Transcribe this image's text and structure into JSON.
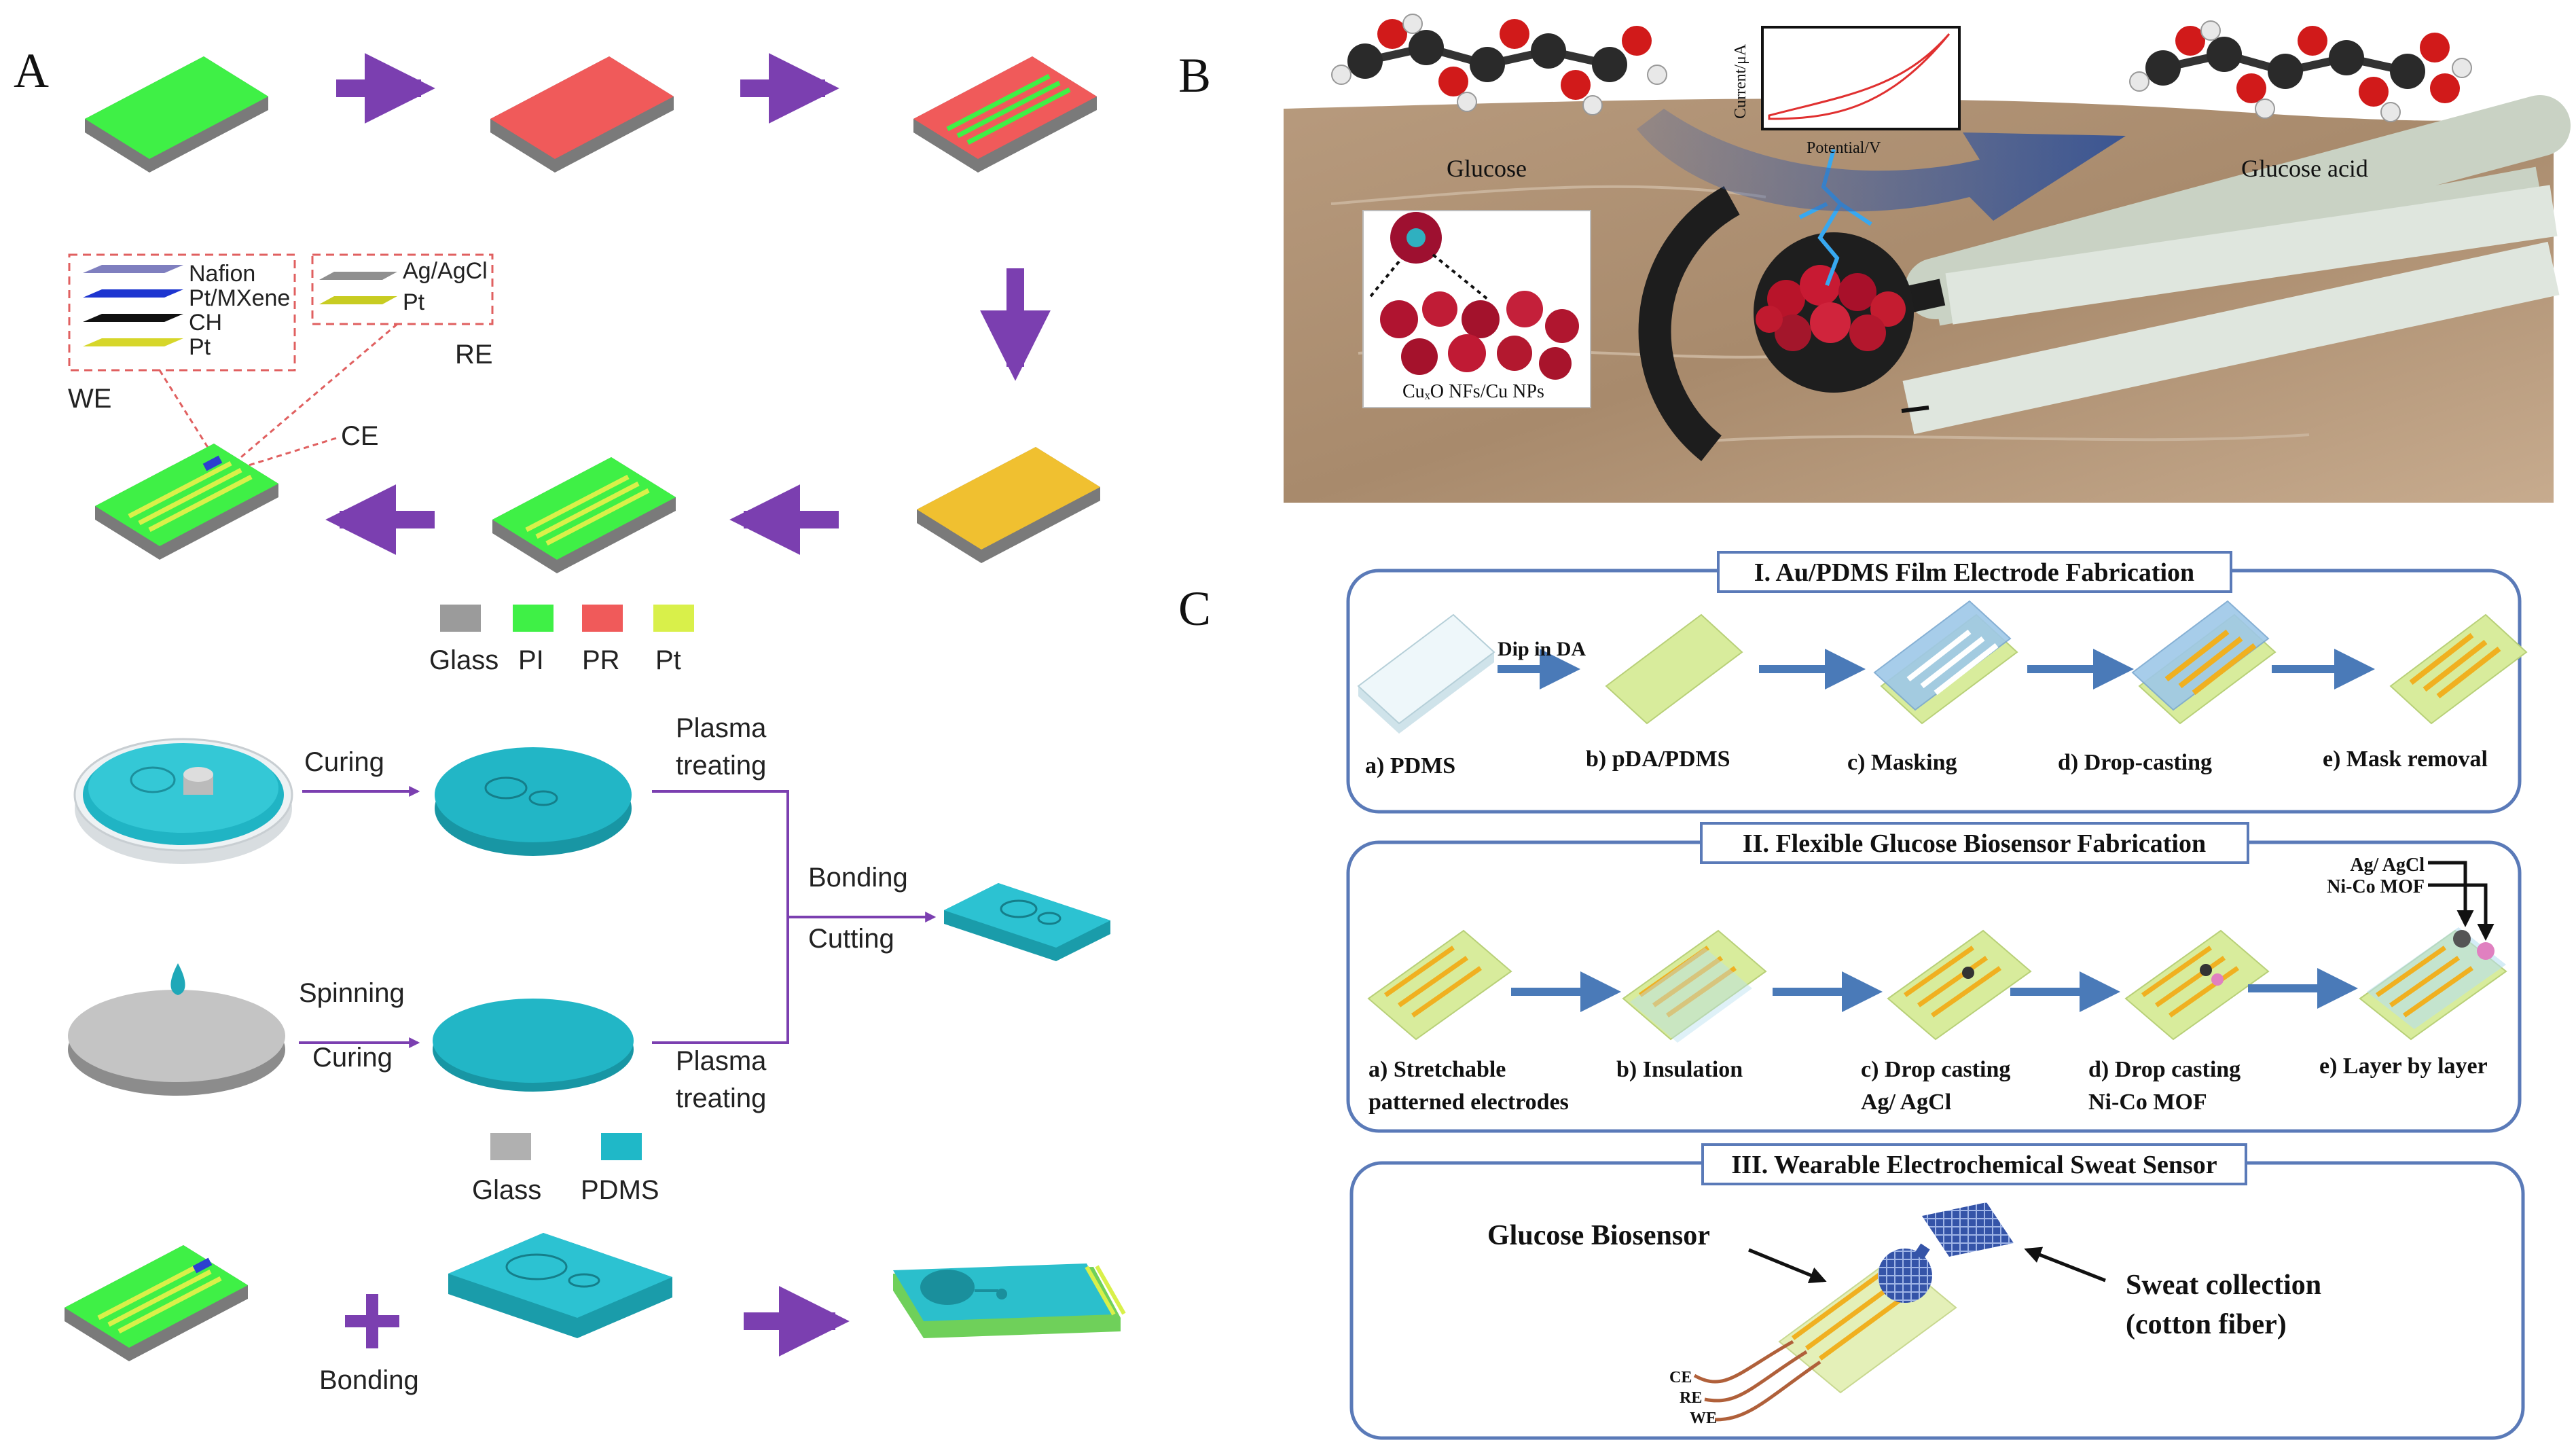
{
  "panels": {
    "a": "A",
    "b": "B",
    "c": "C"
  },
  "panelA": {
    "stack_we": [
      "Nafion",
      "Pt/MXene",
      "CH",
      "Pt"
    ],
    "stack_re": [
      "Ag/AgCl",
      "Pt"
    ],
    "we": "WE",
    "re": "RE",
    "ce": "CE",
    "legend1": [
      "Glass",
      "PI",
      "PR",
      "Pt"
    ],
    "curing": "Curing",
    "spinning": "Spinning",
    "curing2": "Curing",
    "plasma1_l1": "Plasma",
    "plasma1_l2": "treating",
    "plasma2_l1": "Plasma",
    "plasma2_l2": "treating",
    "bonding": "Bonding",
    "cutting": "Cutting",
    "legend2": [
      "Glass",
      "PDMS"
    ],
    "bonding2": "Bonding",
    "colors": {
      "glass": "#9b9b9b",
      "pi": "#3ff046",
      "pr": "#f05a5a",
      "pt": "#d9f04a",
      "pdms": "#1fb8c8",
      "arrow": "#7b3fb0"
    }
  },
  "panelB": {
    "glucose": "Glucose",
    "glucose_acid": "Glucose acid",
    "inset_caption": "CuₓO NFs/Cu NPs",
    "ylabel": "Current/μA",
    "xlabel": "Potential/V"
  },
  "panelC": {
    "s1": {
      "title": "I. Au/PDMS Film Electrode Fabrication",
      "dip": "Dip in DA",
      "steps": [
        "a) PDMS",
        "b) pDA/PDMS",
        "c) Masking",
        "d) Drop-casting",
        "e) Mask removal"
      ]
    },
    "s2": {
      "title": "II. Flexible Glucose Biosensor Fabrication",
      "agcl_label": "Ag/ AgCl",
      "nico_label": "Ni-Co MOF",
      "a1": "a) Stretchable",
      "a2": "patterned electrodes",
      "b": "b) Insulation",
      "c1": "c) Drop casting",
      "c2": "Ag/ AgCl",
      "d1": "d) Drop casting",
      "d2": "Ni-Co MOF",
      "e": "e) Layer by layer"
    },
    "s3": {
      "title": "III. Wearable Electrochemical Sweat Sensor",
      "glucose_biosensor": "Glucose Biosensor",
      "sweat1": "Sweat collection",
      "sweat2": "(cotton fiber)",
      "ce": "CE",
      "re": "RE",
      "we": "WE"
    }
  }
}
